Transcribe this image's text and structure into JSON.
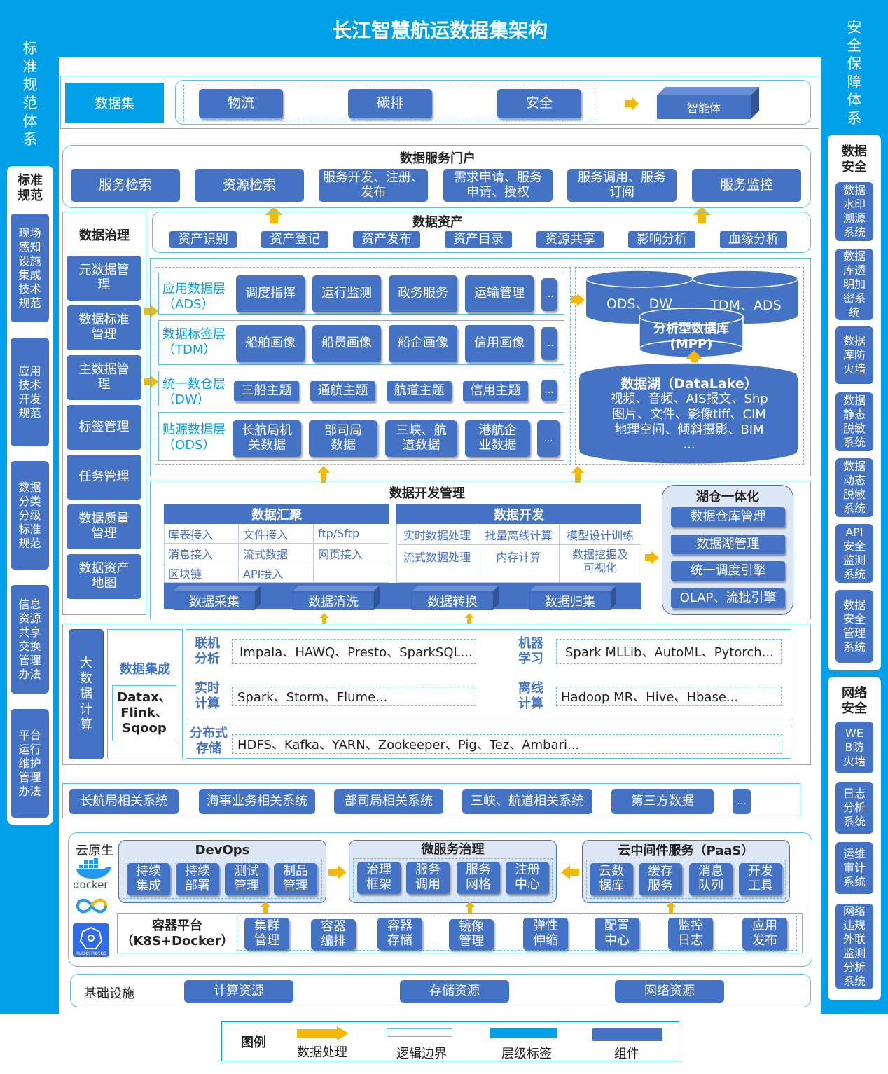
{
  "title": "长江智慧航运数据集架构",
  "left": {
    "vertical_title": [
      "标",
      "准",
      "规",
      "范",
      "体",
      "系"
    ],
    "panel_title": "标准\n规范",
    "items": [
      "现场\n感知\n设施\n集成\n技术\n规范",
      "应用\n技术\n开发\n规范",
      "数据\n分类\n分级\n标准\n规范",
      "信息\n资源\n共享\n交换\n管理\n办法",
      "平台\n运行\n维护\n管理\n办法"
    ]
  },
  "right": {
    "vertical_title": [
      "安",
      "全",
      "保",
      "障",
      "体",
      "系"
    ],
    "data_security_title": "数据\n安全",
    "data_security_items": [
      "数据\n水印\n溯源\n系统",
      "数据\n库透\n明加\n密系\n统",
      "数据\n库防\n火墙",
      "数据\n静态\n脱敏\n系统",
      "数据\n动态\n脱敏\n系统",
      "API\n安全\n监测\n系统",
      "数据\n安全\n管理\n系统"
    ],
    "network_security_title": "网络\n安全",
    "network_security_items": [
      "WE\nB防\n火墙",
      "日志\n分析\n系统",
      "运维\n审计\n系统",
      "网络\n违规\n外联\n监测\n分析\n系统"
    ]
  },
  "datasets": {
    "label": "数据集",
    "items": [
      "物流",
      "碳排",
      "安全"
    ],
    "target": "智能体"
  },
  "portal": {
    "title": "数据服务门户",
    "items": [
      "服务检索",
      "资源检索",
      "服务开发、注册、\n发布",
      "需求申请、服务\n申请、授权",
      "服务调用、服务\n订阅",
      "服务监控"
    ]
  },
  "governance": {
    "title": "数据治理",
    "items": [
      "元数据管\n理",
      "数据标准\n管理",
      "主数据管\n理",
      "标签管理",
      "任务管理",
      "数据质量\n管理",
      "数据资产\n地图"
    ]
  },
  "assets": {
    "title": "数据资产",
    "items": [
      "资产识别",
      "资产登记",
      "资产发布",
      "资产目录",
      "资源共享",
      "影响分析",
      "血缘分析"
    ]
  },
  "layers": [
    {
      "name": "应用数据层\n（ADS）",
      "items": [
        "调度指挥",
        "运行监测",
        "政务服务",
        "运输管理"
      ],
      "more": "..."
    },
    {
      "name": "数据标签层\n（TDM）",
      "items": [
        "船舶画像",
        "船员画像",
        "船企画像",
        "信用画像"
      ],
      "more": "..."
    },
    {
      "name": "统一数仓层\n（DW）",
      "items": [
        "三船主题",
        "通航主题",
        "航道主题",
        "信用主题"
      ],
      "more": "..."
    },
    {
      "name": "贴源数据层\n（ODS）",
      "items": [
        "长航局机\n关数据",
        "部司局\n数据",
        "三峡、航\n道数据",
        "港航企\n业数据"
      ],
      "more": "..."
    }
  ],
  "storage": {
    "ods_dw": "ODS、DW",
    "tdm_ads": "TDM、ADS",
    "mpp": "分析型数据库\n(MPP)",
    "lake_title": "数据湖（DataLake）",
    "lake_lines": [
      "视频、音频、AIS报文、Shp",
      "图片、文件、影像tiff、CIM",
      "地理空间、倾斜摄影、BIM",
      "..."
    ]
  },
  "devmgmt": {
    "title": "数据开发管理",
    "agg_title": "数据汇聚",
    "agg_cells": [
      [
        "库表接入",
        "文件接入",
        "ftp/Sftp"
      ],
      [
        "消息接入",
        "流式数据",
        "网页接入"
      ],
      [
        "区块链",
        "API接入",
        ""
      ]
    ],
    "dev_title": "数据开发",
    "dev_cells": [
      [
        "实时数据处理",
        "批量离线计算",
        "模型设计训练"
      ],
      [
        "流式数据处理",
        "内存计算",
        "数据挖掘及\n可视化"
      ]
    ],
    "pipeline": [
      "数据采集",
      "数据清洗",
      "数据转换",
      "数据归集"
    ],
    "lakehouse_title": "湖仓一体化",
    "lakehouse_items": [
      "数据仓库管理",
      "数据湖管理",
      "统一调度引擎",
      "OLAP、流批引擎"
    ]
  },
  "bigdata": {
    "side": "大\n数\n据\n计\n算",
    "integration_title": "数据集成",
    "integration_tools": "Datax、\nFlink、\nSqoop",
    "rows": [
      {
        "label": "联机\n分析",
        "value": "Impala、HAWQ、Presto、SparkSQL..."
      },
      {
        "label": "机器\n学习",
        "value": "Spark MLLib、AutoML、Pytorch..."
      },
      {
        "label": "实时\n计算",
        "value": "Spark、Storm、Flume..."
      },
      {
        "label": "离线\n计算",
        "value": "Hadoop MR、Hive、Hbase..."
      }
    ],
    "dist_label": "分布式\n存储",
    "dist_value": "HDFS、Kafka、YARN、Zookeeper、Pig、Tez、Ambari..."
  },
  "sources": [
    "长航局相关系统",
    "海事业务相关系统",
    "部司局相关系统",
    "三峡、航道相关系统",
    "第三方数据",
    "..."
  ],
  "cloud": {
    "label": "云原生",
    "docker_label": "docker",
    "k8s_label": "kubernetes",
    "devops_title": "DevOps",
    "devops_items": [
      "持续\n集成",
      "持续\n部署",
      "测试\n管理",
      "制品\n管理"
    ],
    "micro_title": "微服务治理",
    "micro_items": [
      "治理\n框架",
      "服务\n调用",
      "服务\n网格",
      "注册\n中心"
    ],
    "paas_title": "云中间件服务（PaaS）",
    "paas_items": [
      "云数\n据库",
      "缓存\n服务",
      "消息\n队列",
      "开发\n工具"
    ],
    "container_title": "容器平台\n（K8S+Docker）",
    "container_items": [
      "集群\n管理",
      "容器\n编排",
      "容器\n存储",
      "镜像\n管理",
      "弹性\n伸缩",
      "配置\n中心",
      "监控\n日志",
      "应用\n发布"
    ]
  },
  "infra": {
    "label": "基础设施",
    "items": [
      "计算资源",
      "存储资源",
      "网络资源"
    ]
  },
  "legend": {
    "title": "图例",
    "items": [
      "数据处理",
      "逻辑边界",
      "层级标签",
      "组件"
    ]
  },
  "colors": {
    "accent": "#00A0E9",
    "component": "#4472C4",
    "boundary": "#5BC0E6",
    "arrow": "#F5B800"
  }
}
